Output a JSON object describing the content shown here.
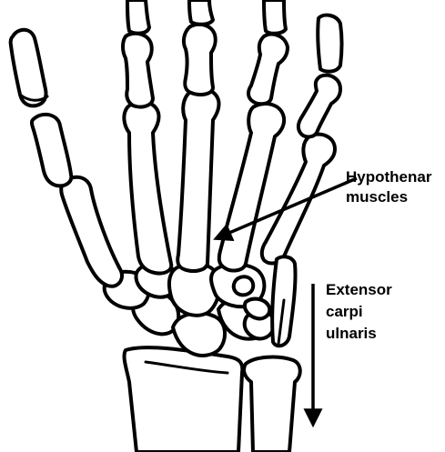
{
  "labels": {
    "hypothenar_line1": "Hypothenar",
    "hypothenar_line2": "muscles",
    "extensor_line1": "Extensor",
    "extensor_line2": "carpi",
    "extensor_line3": "ulnaris"
  },
  "colors": {
    "ink": "#000000",
    "background": "#ffffff"
  }
}
